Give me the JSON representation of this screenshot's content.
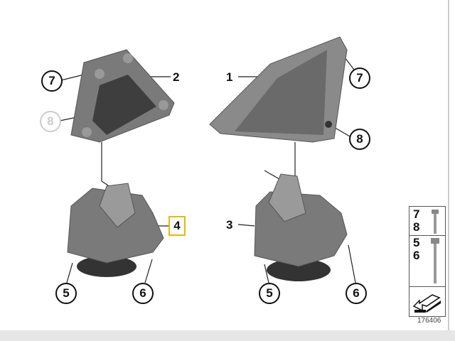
{
  "callouts": {
    "c7a": "7",
    "c2": "2",
    "c8a": "8",
    "c1": "1",
    "c7b": "7",
    "c8b": "8",
    "c4": "4",
    "c3": "3",
    "c5a": "5",
    "c6a": "6",
    "c5b": "5",
    "c6b": "6"
  },
  "highlight_color": "#e8b800",
  "legend": {
    "row1": [
      "7",
      "8"
    ],
    "row2": [
      "5",
      "6"
    ],
    "arrow_icon": "direction-arrow-icon"
  },
  "diagram_code": "176406"
}
